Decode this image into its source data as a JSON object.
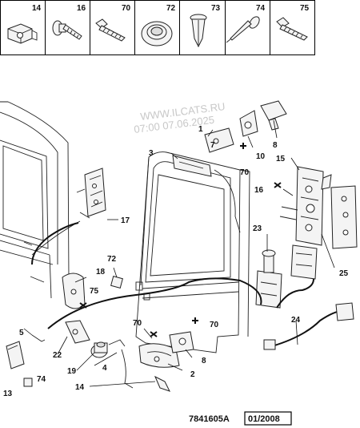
{
  "header": {
    "cells": [
      {
        "number": "14",
        "icon": "clip-nut-icon"
      },
      {
        "number": "16",
        "icon": "flange-bolt-icon"
      },
      {
        "number": "70",
        "icon": "screw-icon"
      },
      {
        "number": "72",
        "icon": "round-plug-icon"
      },
      {
        "number": "73",
        "icon": "push-rivet-icon"
      },
      {
        "number": "74",
        "icon": "nail-rivet-icon"
      },
      {
        "number": "75",
        "icon": "tapping-screw-icon"
      }
    ]
  },
  "watermark": {
    "line1": "WWW.ILCATS.RU",
    "line2": "07:00 07.06.2025"
  },
  "callouts": [
    "1",
    "2",
    "3",
    "4",
    "5",
    "7",
    "8",
    "8",
    "10",
    "13",
    "14",
    "15",
    "16",
    "17",
    "18",
    "19",
    "22",
    "23",
    "24",
    "25",
    "70",
    "70",
    "70",
    "72",
    "74",
    "75"
  ],
  "reference": {
    "code": "7841605A",
    "date": "01/2008"
  }
}
